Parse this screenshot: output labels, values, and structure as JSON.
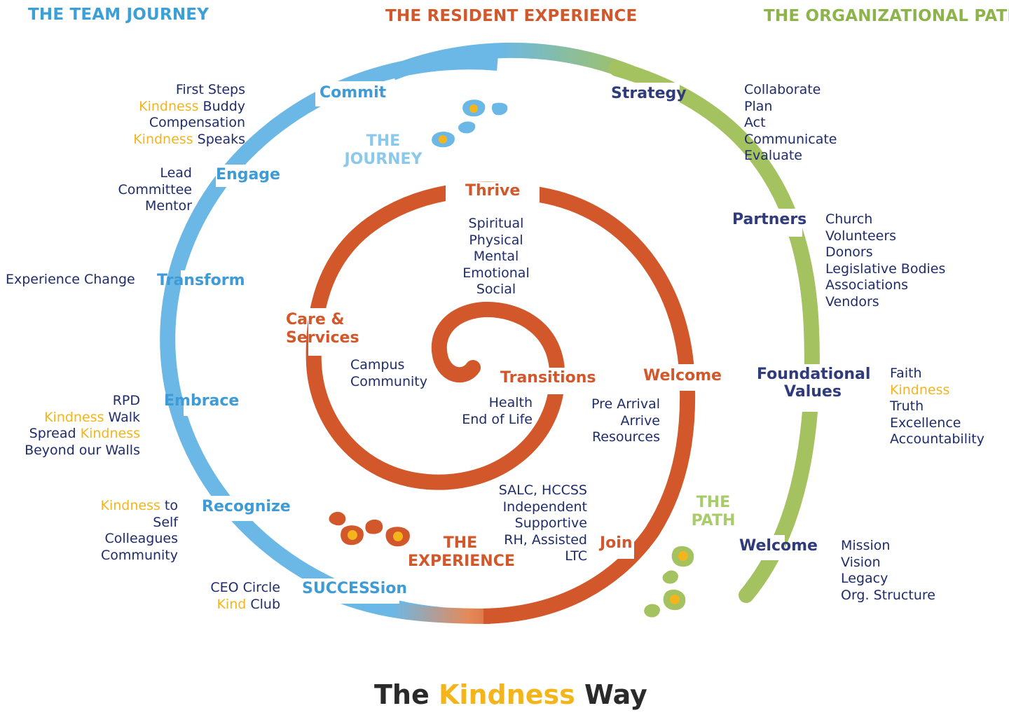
{
  "headers": {
    "team": "THE TEAM JOURNEY",
    "resident": "THE RESIDENT EXPERIENCE",
    "org": "THE ORGANIZATIONAL PATH"
  },
  "team_stages": {
    "commit": "Commit",
    "engage": "Engage",
    "transform": "Transform",
    "embrace": "Embrace",
    "recognize": "Recognize",
    "succession": "SUCCESSion"
  },
  "org_stages": {
    "strategy": "Strategy",
    "partners": "Partners",
    "foundational_1": "Foundational",
    "foundational_2": "Values",
    "welcome": "Welcome"
  },
  "resident_stages": {
    "thrive": "Thrive",
    "care_1": "Care &",
    "care_2": "Services",
    "transitions": "Transitions",
    "welcome": "Welcome",
    "join": "Join"
  },
  "team_lists": {
    "commit": [
      {
        "k": "",
        "t": "First Steps"
      },
      {
        "k": "Kindness",
        "t": " Buddy"
      },
      {
        "k": "",
        "t": "Compensation"
      },
      {
        "k": "Kindness",
        "t": " Speaks"
      }
    ],
    "engage": [
      "Lead",
      "Committee",
      "Mentor"
    ],
    "transform": "Experience Change",
    "embrace": [
      {
        "pre": "",
        "k": "",
        "t": "RPD"
      },
      {
        "pre": "",
        "k": "Kindness",
        "t": " Walk"
      },
      {
        "pre": "Spread ",
        "k": "Kindness",
        "t": ""
      },
      {
        "pre": "",
        "k": "",
        "t": "Beyond our Walls"
      }
    ],
    "recognize": [
      {
        "k": "Kindness",
        "t": " to"
      },
      {
        "k": "",
        "t": "Self"
      },
      {
        "k": "",
        "t": "Colleagues"
      },
      {
        "k": "",
        "t": "Community"
      }
    ],
    "succession": [
      {
        "k": "",
        "t": "CEO Circle"
      },
      {
        "k": "Kind",
        "t": " Club"
      }
    ]
  },
  "org_lists": {
    "strategy": [
      "Collaborate",
      "Plan",
      "Act",
      "Communicate",
      "Evaluate"
    ],
    "partners": [
      "Church",
      "Volunteers",
      "Donors",
      "Legislative Bodies",
      "Associations",
      "Vendors"
    ],
    "values": [
      {
        "k": "",
        "t": "Faith"
      },
      {
        "k": "Kindness",
        "t": ""
      },
      {
        "k": "",
        "t": "Truth"
      },
      {
        "k": "",
        "t": "Excellence"
      },
      {
        "k": "",
        "t": "Accountability"
      }
    ],
    "welcome": [
      "Mission",
      "Vision",
      "Legacy",
      "Org. Structure"
    ]
  },
  "resident_lists": {
    "thrive": [
      "Spiritual",
      "Physical",
      "Mental",
      "Emotional",
      "Social"
    ],
    "care": [
      "Campus",
      "Community"
    ],
    "transitions": [
      "Health",
      "End of Life"
    ],
    "welcome": [
      "Pre Arrival",
      "Arrive",
      "Resources"
    ],
    "join": [
      "SALC, HCCSS",
      "Independent",
      "Supportive",
      "RH, Assisted",
      "LTC"
    ]
  },
  "ghost_labels": {
    "journey": [
      "THE",
      "JOURNEY"
    ],
    "path": [
      "THE",
      "PATH"
    ],
    "experience": [
      "THE",
      "EXPERIENCE"
    ]
  },
  "footer": {
    "pre": "The ",
    "kindness": "Kindness",
    "post": " Way"
  },
  "colors": {
    "team_blue": "#6bb8e6",
    "resident_orange": "#d2572a",
    "org_green": "#a4c25f",
    "navy": "#1f2c6b",
    "kindness_yellow": "#f4b51c"
  },
  "icons": [
    "footprints-icon",
    "footprints-icon",
    "footprints-icon"
  ]
}
